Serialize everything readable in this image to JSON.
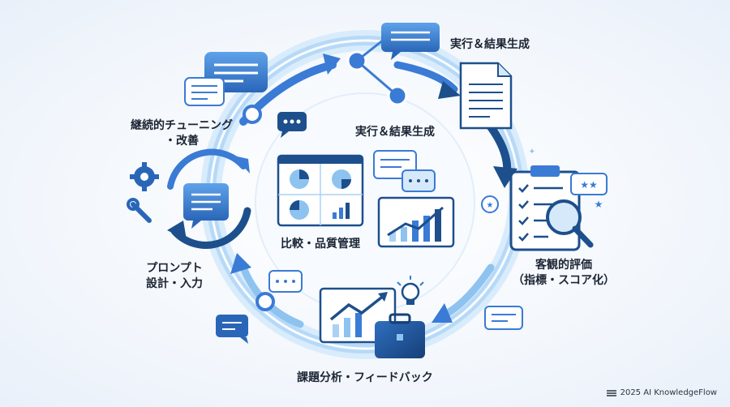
{
  "labels": {
    "top_right": "実行＆結果生成",
    "top_center": "実行＆結果生成",
    "left_top_line1": "継続的チューニング",
    "left_top_line2": "・改善",
    "left_bottom_line1": "プロンプト",
    "left_bottom_line2": "設計・入力",
    "center": "比較・品質管理",
    "right_line1": "客観的評価",
    "right_line2": "（指標・スコア化）",
    "bottom": "課題分析・フィードバック"
  },
  "footer": {
    "text": "2025 AI KnowledgeFlow",
    "icon": "flow-logo-icon"
  },
  "colors": {
    "dark": "#1d4f8c",
    "mid": "#3a7bd5",
    "light": "#8ec3f0",
    "pale": "#d6e9fb",
    "ring": "#a9d2f5"
  }
}
